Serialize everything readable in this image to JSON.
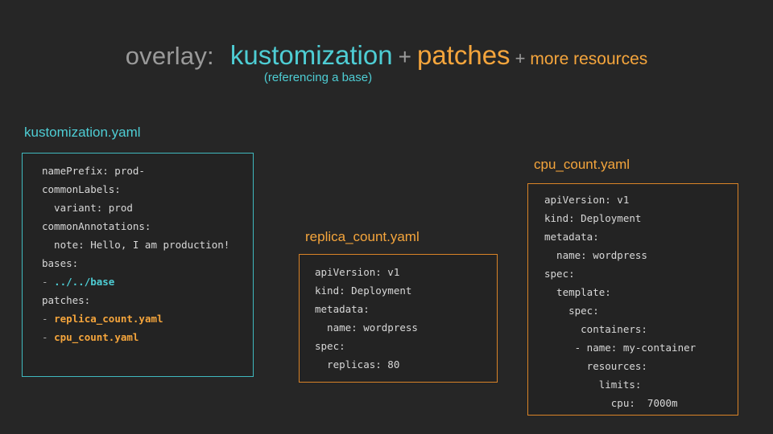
{
  "heading": {
    "overlay_label": "overlay:",
    "kustomization": "kustomization",
    "plus1": "+",
    "patches": "patches",
    "plus2": "+",
    "more_resources": "more resources",
    "subtitle": "(referencing a base)"
  },
  "colors": {
    "background": "#262626",
    "teal": "#4ecdd4",
    "teal_border": "#3fb9bf",
    "orange": "#f5a53c",
    "orange_border": "#d98327",
    "grey_text": "#9a9a9a",
    "code_text": "#d8d8d8",
    "code_bg": "#232323"
  },
  "files": [
    {
      "label": "kustomization.yaml",
      "accent": "teal",
      "lines": [
        [
          {
            "t": "namePrefix: prod-",
            "c": "plain"
          }
        ],
        [
          {
            "t": "commonLabels:",
            "c": "plain"
          }
        ],
        [
          {
            "t": "  variant: prod",
            "c": "plain"
          }
        ],
        [
          {
            "t": "commonAnnotations:",
            "c": "plain"
          }
        ],
        [
          {
            "t": "  note: Hello, I am production!",
            "c": "plain"
          }
        ],
        [
          {
            "t": "bases:",
            "c": "plain"
          }
        ],
        [
          {
            "t": "- ",
            "c": "dash"
          },
          {
            "t": "../../base",
            "c": "teal"
          }
        ],
        [
          {
            "t": "patches:",
            "c": "plain"
          }
        ],
        [
          {
            "t": "- ",
            "c": "dash"
          },
          {
            "t": "replica_count.yaml",
            "c": "orange"
          }
        ],
        [
          {
            "t": "- ",
            "c": "dash"
          },
          {
            "t": "cpu_count.yaml",
            "c": "orange"
          }
        ]
      ]
    },
    {
      "label": "replica_count.yaml",
      "accent": "orange",
      "lines": [
        [
          {
            "t": "apiVersion: v1",
            "c": "plain"
          }
        ],
        [
          {
            "t": "kind: Deployment",
            "c": "plain"
          }
        ],
        [
          {
            "t": "metadata:",
            "c": "plain"
          }
        ],
        [
          {
            "t": "  name: wordpress",
            "c": "plain"
          }
        ],
        [
          {
            "t": "spec:",
            "c": "plain"
          }
        ],
        [
          {
            "t": "  replicas: 80",
            "c": "plain"
          }
        ]
      ]
    },
    {
      "label": "cpu_count.yaml",
      "accent": "orange",
      "lines": [
        [
          {
            "t": "apiVersion: v1",
            "c": "plain"
          }
        ],
        [
          {
            "t": "kind: Deployment",
            "c": "plain"
          }
        ],
        [
          {
            "t": "metadata:",
            "c": "plain"
          }
        ],
        [
          {
            "t": "  name: wordpress",
            "c": "plain"
          }
        ],
        [
          {
            "t": "spec:",
            "c": "plain"
          }
        ],
        [
          {
            "t": "  template:",
            "c": "plain"
          }
        ],
        [
          {
            "t": "    spec:",
            "c": "plain"
          }
        ],
        [
          {
            "t": "      containers:",
            "c": "plain"
          }
        ],
        [
          {
            "t": "     - name: my-container",
            "c": "plain"
          }
        ],
        [
          {
            "t": "       resources:",
            "c": "plain"
          }
        ],
        [
          {
            "t": "         limits:",
            "c": "plain"
          }
        ],
        [
          {
            "t": "           cpu:  7000m",
            "c": "plain"
          }
        ]
      ]
    }
  ]
}
